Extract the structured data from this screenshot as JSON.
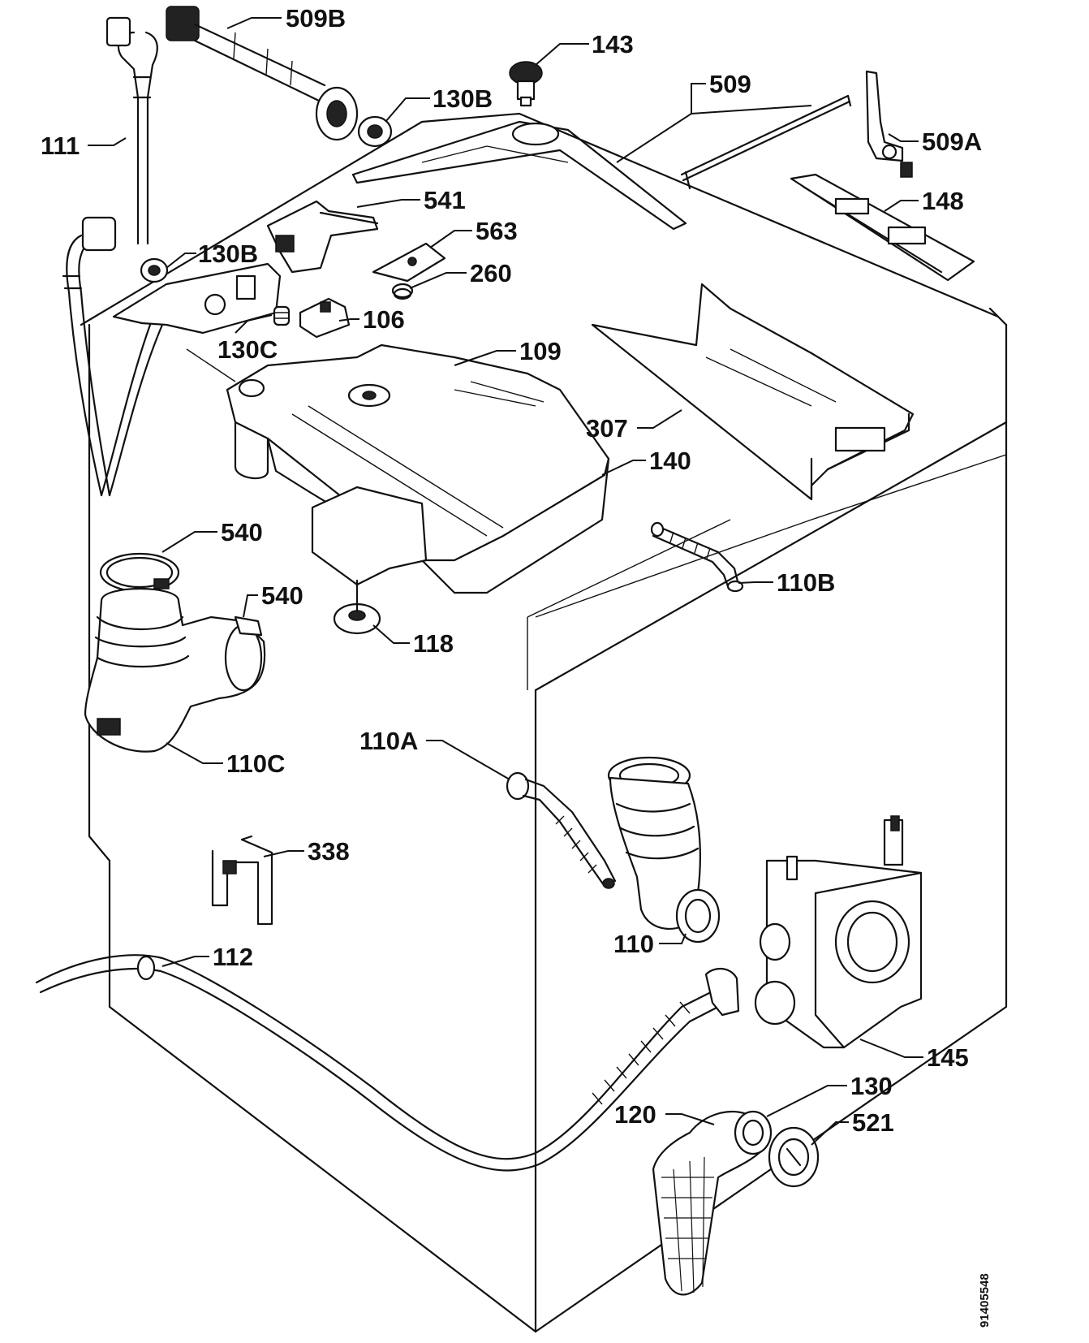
{
  "diagram": {
    "part_numbers": {
      "p509B": "509B",
      "p143": "143",
      "p130B_top": "130B",
      "p509": "509",
      "p111": "111",
      "p509A": "509A",
      "p148": "148",
      "p541": "541",
      "p563": "563",
      "p130B_left": "130B",
      "p260": "260",
      "p106": "106",
      "p130C": "130C",
      "p109": "109",
      "p307": "307",
      "p140": "140",
      "p540_top": "540",
      "p540_side": "540",
      "p110B": "110B",
      "p118": "118",
      "p110C": "110C",
      "p110A": "110A",
      "p338": "338",
      "p110": "110",
      "p112": "112",
      "p145": "145",
      "p130": "130",
      "p120": "120",
      "p521": "521"
    },
    "document_number": "91405548"
  },
  "colors": {
    "ink": "#111111",
    "paper": "#ffffff"
  }
}
